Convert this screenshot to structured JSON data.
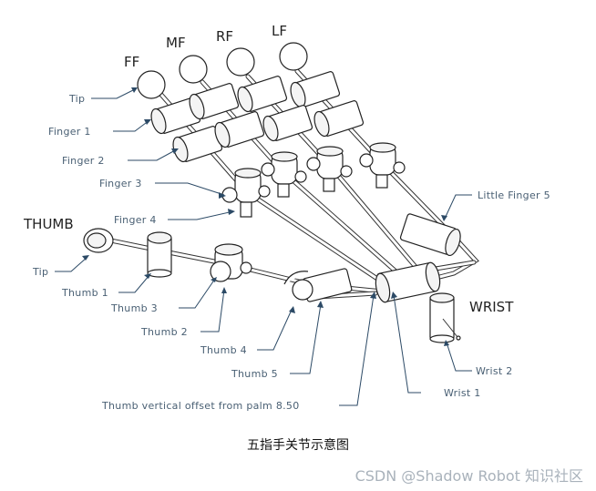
{
  "finger_headers": [
    "FF",
    "MF",
    "RF",
    "LF"
  ],
  "thumb_header": "THUMB",
  "wrist_header": "WRIST",
  "labels": {
    "tip": "Tip",
    "finger1": "Finger 1",
    "finger2": "Finger 2",
    "finger3": "Finger 3",
    "finger4": "Finger 4",
    "little_finger5": "Little Finger 5",
    "thumb_tip": "Tip",
    "thumb1": "Thumb 1",
    "thumb3": "Thumb 3",
    "thumb2": "Thumb 2",
    "thumb4": "Thumb 4",
    "thumb5": "Thumb 5",
    "thumb_offset": "Thumb vertical offset from palm 8.50",
    "wrist1": "Wrist 1",
    "wrist2": "Wrist 2"
  },
  "caption": "五指手关节示意图",
  "watermark": "CSDN @Shadow Robot 知识社区"
}
